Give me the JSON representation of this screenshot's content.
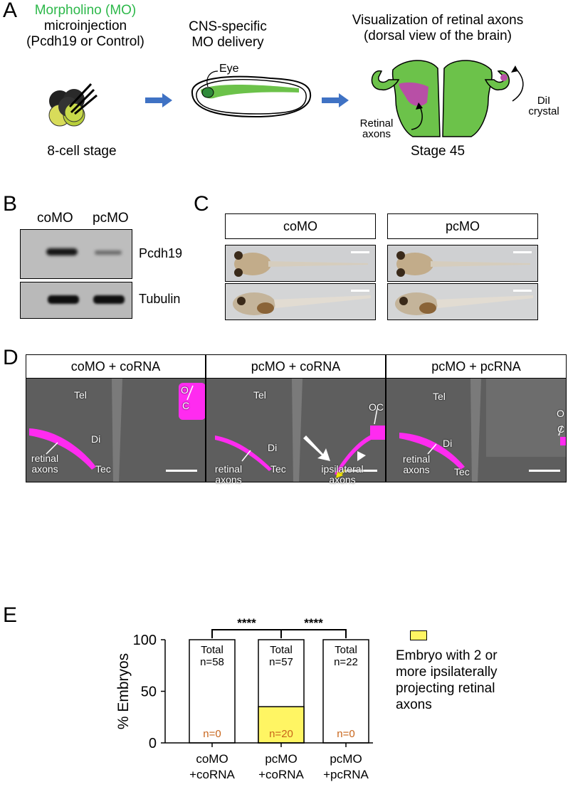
{
  "panel_a": {
    "label": "A",
    "step1": {
      "line1": "Morpholino (MO)",
      "line2": "microinjection",
      "line3": "(Pcdh19 or Control)",
      "caption": "8-cell stage"
    },
    "step2": {
      "line1": "CNS-specific",
      "line2": "MO delivery",
      "eye_label": "Eye"
    },
    "step3": {
      "line1": "Visualization of retinal axons",
      "line2": "(dorsal view of the brain)",
      "axons_line1": "Retinal",
      "axons_line2": "axons",
      "dii_line1": "DiI",
      "dii_line2": "crystal",
      "caption": "Stage 45"
    },
    "colors": {
      "morpholino_text": "#2db84a",
      "embryo_green": "#6cc24a",
      "axon_magenta": "#b84fa6",
      "arrow_blue": "#3f72c4"
    }
  },
  "panel_b": {
    "label": "B",
    "lanes": [
      "coMO",
      "pcMO"
    ],
    "blots": [
      "Pcdh19",
      "Tubulin"
    ]
  },
  "panel_c": {
    "label": "C",
    "groups": [
      "coMO",
      "pcMO"
    ]
  },
  "panel_d": {
    "label": "D",
    "images": [
      {
        "title": "coMO + coRNA",
        "tel": "Tel",
        "di": "Di",
        "tec": "Tec",
        "oc_top": "O",
        "oc_bottom": "C",
        "axons_1": "retinal",
        "axons_2": "axons"
      },
      {
        "title": "pcMO + coRNA",
        "tel": "Tel",
        "di": "Di",
        "tec": "Tec",
        "oc": "OC",
        "axons_1": "retinal",
        "axons_2": "axons",
        "ipsi_1": "ipsilateral",
        "ipsi_2": "axons"
      },
      {
        "title": "pcMO + pcRNA",
        "tel": "Tel",
        "di": "Di",
        "tec": "Tec",
        "oc_top": "O",
        "oc_bottom": "C",
        "axons_1": "retinal",
        "axons_2": "axons"
      }
    ],
    "colors": {
      "axon_magenta": "#ff2bf0",
      "arrow_yellow": "#f3e500"
    }
  },
  "panel_e": {
    "label": "E",
    "significance": [
      "****",
      "****"
    ],
    "legend_lines": [
      "Embryo with 2 or",
      "more ipsilaterally",
      "projecting retinal",
      "axons"
    ],
    "colors": {
      "ipsilateral": "#fff563",
      "count_text": "#c8651b"
    }
  },
  "chart_data": {
    "type": "bar",
    "ylabel": "% Embryos",
    "ylim": [
      0,
      100
    ],
    "yticks": [
      0,
      50,
      100
    ],
    "categories": [
      {
        "line1": "coMO",
        "line2": "+coRNA"
      },
      {
        "line1": "pcMO",
        "line2": "+coRNA"
      },
      {
        "line1": "pcMO",
        "line2": "+pcRNA"
      }
    ],
    "totals": [
      {
        "line1": "Total",
        "line2": "n=58"
      },
      {
        "line1": "Total",
        "line2": "n=57"
      },
      {
        "line1": "Total",
        "line2": "n=22"
      }
    ],
    "series": [
      {
        "name": "Embryo with 2 or more ipsilaterally projecting retinal axons",
        "values": [
          0,
          35.1,
          0
        ],
        "counts": [
          "n=0",
          "n=20",
          "n=0"
        ],
        "color": "#fff563"
      }
    ],
    "stacked_total": 100
  }
}
